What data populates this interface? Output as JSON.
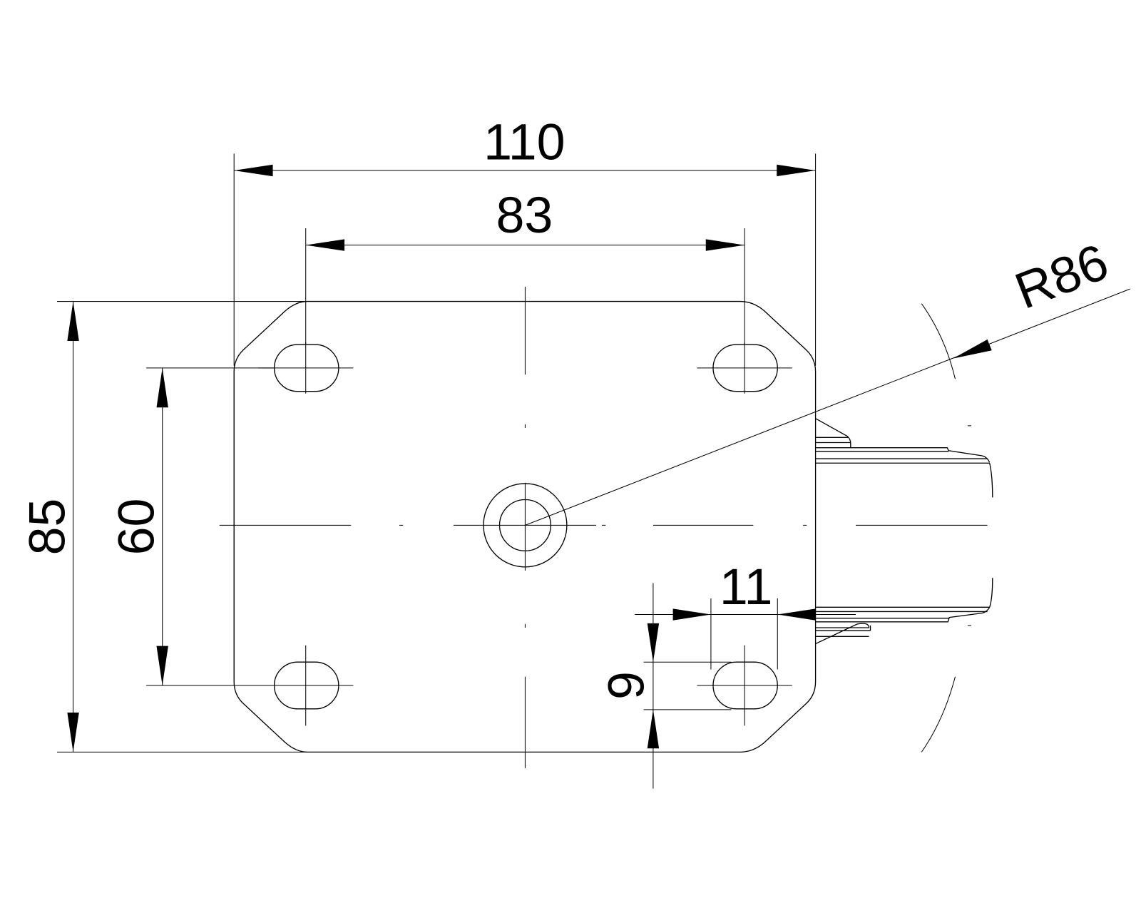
{
  "drawing": {
    "dimensions": {
      "overall_width": "110",
      "hole_spacing_width": "83",
      "overall_height": "85",
      "hole_spacing_height": "60",
      "slot_length": "11",
      "slot_width": "9",
      "swivel_radius": "R86"
    },
    "colors": {
      "line": "#000000",
      "background": "#ffffff"
    }
  }
}
